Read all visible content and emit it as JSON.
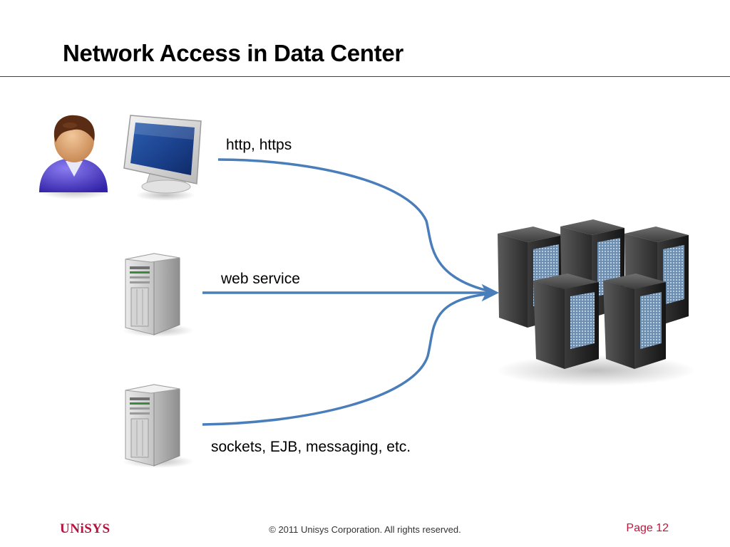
{
  "slide": {
    "title": "Network Access in Data Center"
  },
  "diagram": {
    "connections": [
      {
        "label": "http, https",
        "from": "user-workstation",
        "to": "data-center"
      },
      {
        "label": "web service",
        "from": "server-1",
        "to": "data-center"
      },
      {
        "label": "sockets, EJB, messaging, etc.",
        "from": "server-2",
        "to": "data-center"
      }
    ],
    "arrow_color": "#4a7ebb"
  },
  "footer": {
    "logo": "UNiSYS",
    "copyright": "© 2011 Unisys Corporation. All rights reserved.",
    "page": "Page 12"
  }
}
